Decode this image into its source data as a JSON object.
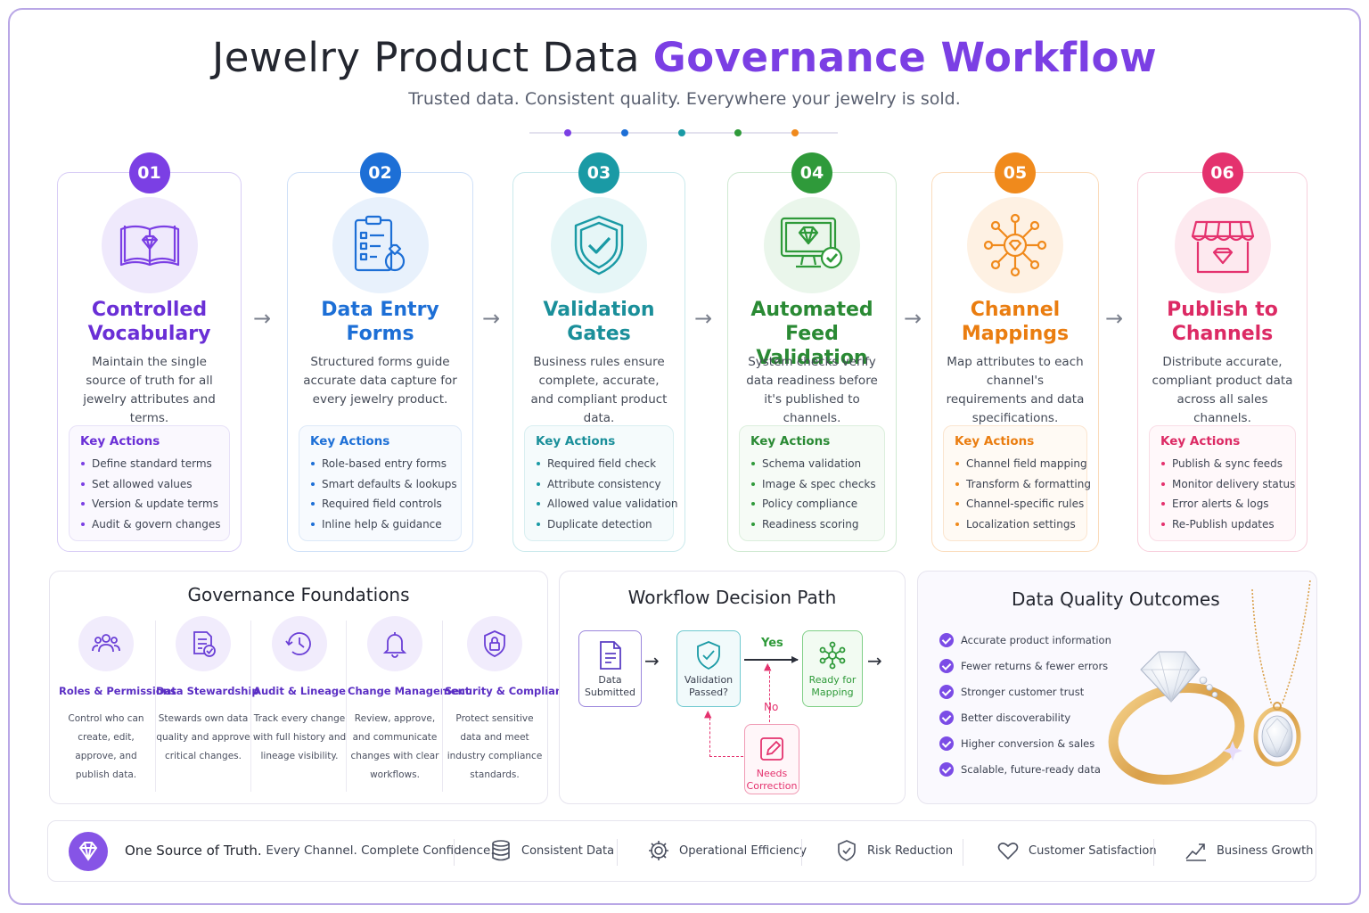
{
  "header": {
    "title_plain": "Jewelry Product Data",
    "title_accent": "Governance Workflow",
    "subtitle": "Trusted data.  Consistent quality.  Everywhere your jewelry is sold."
  },
  "colors": {
    "purple": "#7b3fe4",
    "blue": "#1d6fd6",
    "teal": "#1a9aa5",
    "green": "#2f9a3a",
    "orange": "#f08a1c",
    "pink": "#e4326e"
  },
  "steps": [
    {
      "number": "01",
      "title_line1": "Controlled",
      "title_line2": "Vocabulary",
      "desc": "Maintain the single source of truth for all jewelry attributes and terms.",
      "icon": "book-diamond-icon",
      "actions_title": "Key Actions",
      "actions": [
        "Define standard terms",
        "Set allowed values",
        "Version & update terms",
        "Audit & govern changes"
      ]
    },
    {
      "number": "02",
      "title_line1": "Data Entry",
      "title_line2": "Forms",
      "desc": "Structured forms guide accurate data capture for every jewelry product.",
      "icon": "clipboard-ring-icon",
      "actions_title": "Key Actions",
      "actions": [
        "Role-based entry forms",
        "Smart defaults & lookups",
        "Required field controls",
        "Inline help & guidance"
      ]
    },
    {
      "number": "03",
      "title_line1": "Validation",
      "title_line2": "Gates",
      "desc": "Business rules ensure complete, accurate, and compliant product data.",
      "icon": "shield-check-icon",
      "actions_title": "Key Actions",
      "actions": [
        "Required field check",
        "Attribute consistency",
        "Allowed value validation",
        "Duplicate detection"
      ]
    },
    {
      "number": "04",
      "title_line1": "Automated Feed",
      "title_line2": "Validation",
      "desc": "System checks verify data readiness before it's published to channels.",
      "icon": "monitor-check-icon",
      "actions_title": "Key Actions",
      "actions": [
        "Schema validation",
        "Image & spec checks",
        "Policy compliance",
        "Readiness scoring"
      ]
    },
    {
      "number": "05",
      "title_line1": "Channel",
      "title_line2": "Mappings",
      "desc": "Map attributes to each channel's requirements and data specifications.",
      "icon": "network-hub-icon",
      "actions_title": "Key Actions",
      "actions": [
        "Channel field mapping",
        "Transform & formatting",
        "Channel-specific rules",
        "Localization settings"
      ]
    },
    {
      "number": "06",
      "title_line1": "Publish to",
      "title_line2": "Channels",
      "desc": "Distribute accurate, compliant product data across all sales channels.",
      "icon": "storefront-icon",
      "actions_title": "Key Actions",
      "actions": [
        "Publish & sync feeds",
        "Monitor delivery status",
        "Error alerts & logs",
        "Re-Publish updates"
      ]
    }
  ],
  "foundations": {
    "title": "Governance Foundations",
    "items": [
      {
        "title": "Roles & Permissions",
        "desc": "Control who can create, edit, approve, and publish data.",
        "icon": "users-icon"
      },
      {
        "title": "Data Stewardship",
        "desc": "Stewards own data quality and approve critical changes.",
        "icon": "document-check-icon"
      },
      {
        "title": "Audit & Lineage",
        "desc": "Track every change with full history and lineage visibility.",
        "icon": "history-clock-icon"
      },
      {
        "title": "Change Management",
        "desc": "Review, approve, and communicate changes with clear workflows.",
        "icon": "bell-icon"
      },
      {
        "title": "Security & Compliance",
        "desc": "Protect sensitive data and meet industry compliance standards.",
        "icon": "shield-lock-icon"
      }
    ]
  },
  "decision": {
    "title": "Workflow Decision Path",
    "submitted": "Data Submitted",
    "validation": "Validation Passed?",
    "ready": "Ready for Mapping",
    "correction": "Needs Correction",
    "yes": "Yes",
    "no": "No"
  },
  "outcomes": {
    "title": "Data Quality Outcomes",
    "items": [
      "Accurate product information",
      "Fewer returns & fewer errors",
      "Stronger customer trust",
      "Better discoverability",
      "Higher conversion & sales",
      "Scalable, future-ready data"
    ]
  },
  "footer": {
    "tagline_main": "One Source of Truth.",
    "tagline_rest": "Every Channel.  Complete Confidence.",
    "benefits": [
      {
        "label": "Consistent Data",
        "icon": "database-icon"
      },
      {
        "label": "Operational Efficiency",
        "icon": "gear-icon"
      },
      {
        "label": "Risk Reduction",
        "icon": "shield-check-icon"
      },
      {
        "label": "Customer Satisfaction",
        "icon": "heart-icon"
      },
      {
        "label": "Business Growth",
        "icon": "trend-up-icon"
      }
    ]
  }
}
